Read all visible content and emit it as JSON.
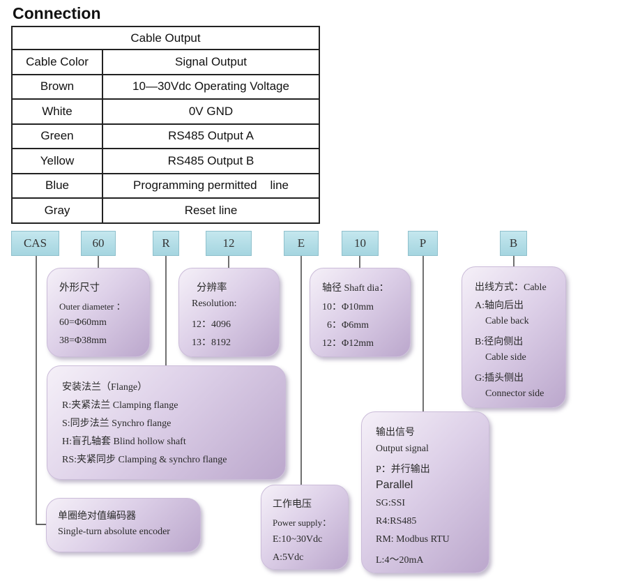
{
  "heading": "Connection",
  "table": {
    "title": "Cable Output",
    "header": [
      "Cable Color",
      "Signal Output"
    ],
    "rows": [
      [
        "Brown",
        "10—30Vdc Operating Voltage"
      ],
      [
        "White",
        "0V GND"
      ],
      [
        "Green",
        "RS485 Output A"
      ],
      [
        "Yellow",
        "RS485 Output B"
      ],
      [
        "Blue",
        "Programming permitted    line"
      ],
      [
        "Gray",
        "Reset line"
      ]
    ]
  },
  "codes": [
    "CAS",
    "60",
    "R",
    "12",
    "E",
    "10",
    "P",
    "B"
  ],
  "boxes": {
    "outer": [
      "外形尺寸",
      "Outer diameter ：",
      "60=Φ60mm",
      "38=Φ38mm"
    ],
    "resolution": [
      "分辨率",
      "Resolution:",
      "12：4096",
      "13：8192"
    ],
    "shaft": [
      "轴径 Shaft dia：",
      "10：Φ10mm",
      "6：Φ6mm",
      "12：Φ12mm"
    ],
    "cable": [
      "出线方式：Cable",
      "A:轴向后出",
      "Cable back",
      "B:径向侧出",
      "Cable side",
      "G:插头侧出",
      "Connector side"
    ],
    "flange": [
      "安装法兰（Flange）",
      "R:夹紧法兰 Clamping flange",
      "S:同步法兰 Synchro flange",
      "H:盲孔轴套 Blind hollow shaft",
      "RS:夹紧同步 Clamping & synchro flange"
    ],
    "output": [
      "输出信号",
      "Output signal",
      "P：并行输出",
      "Parallel",
      "SG:SSI",
      "R4:RS485",
      "RM: Modbus RTU",
      "L:4～20mA"
    ],
    "encoder": [
      "单圈绝对值编码器",
      "Single-turn absolute encoder"
    ],
    "power": [
      "工作电压",
      "Power supply：",
      "E:10~30Vdc",
      "A:5Vdc"
    ]
  }
}
